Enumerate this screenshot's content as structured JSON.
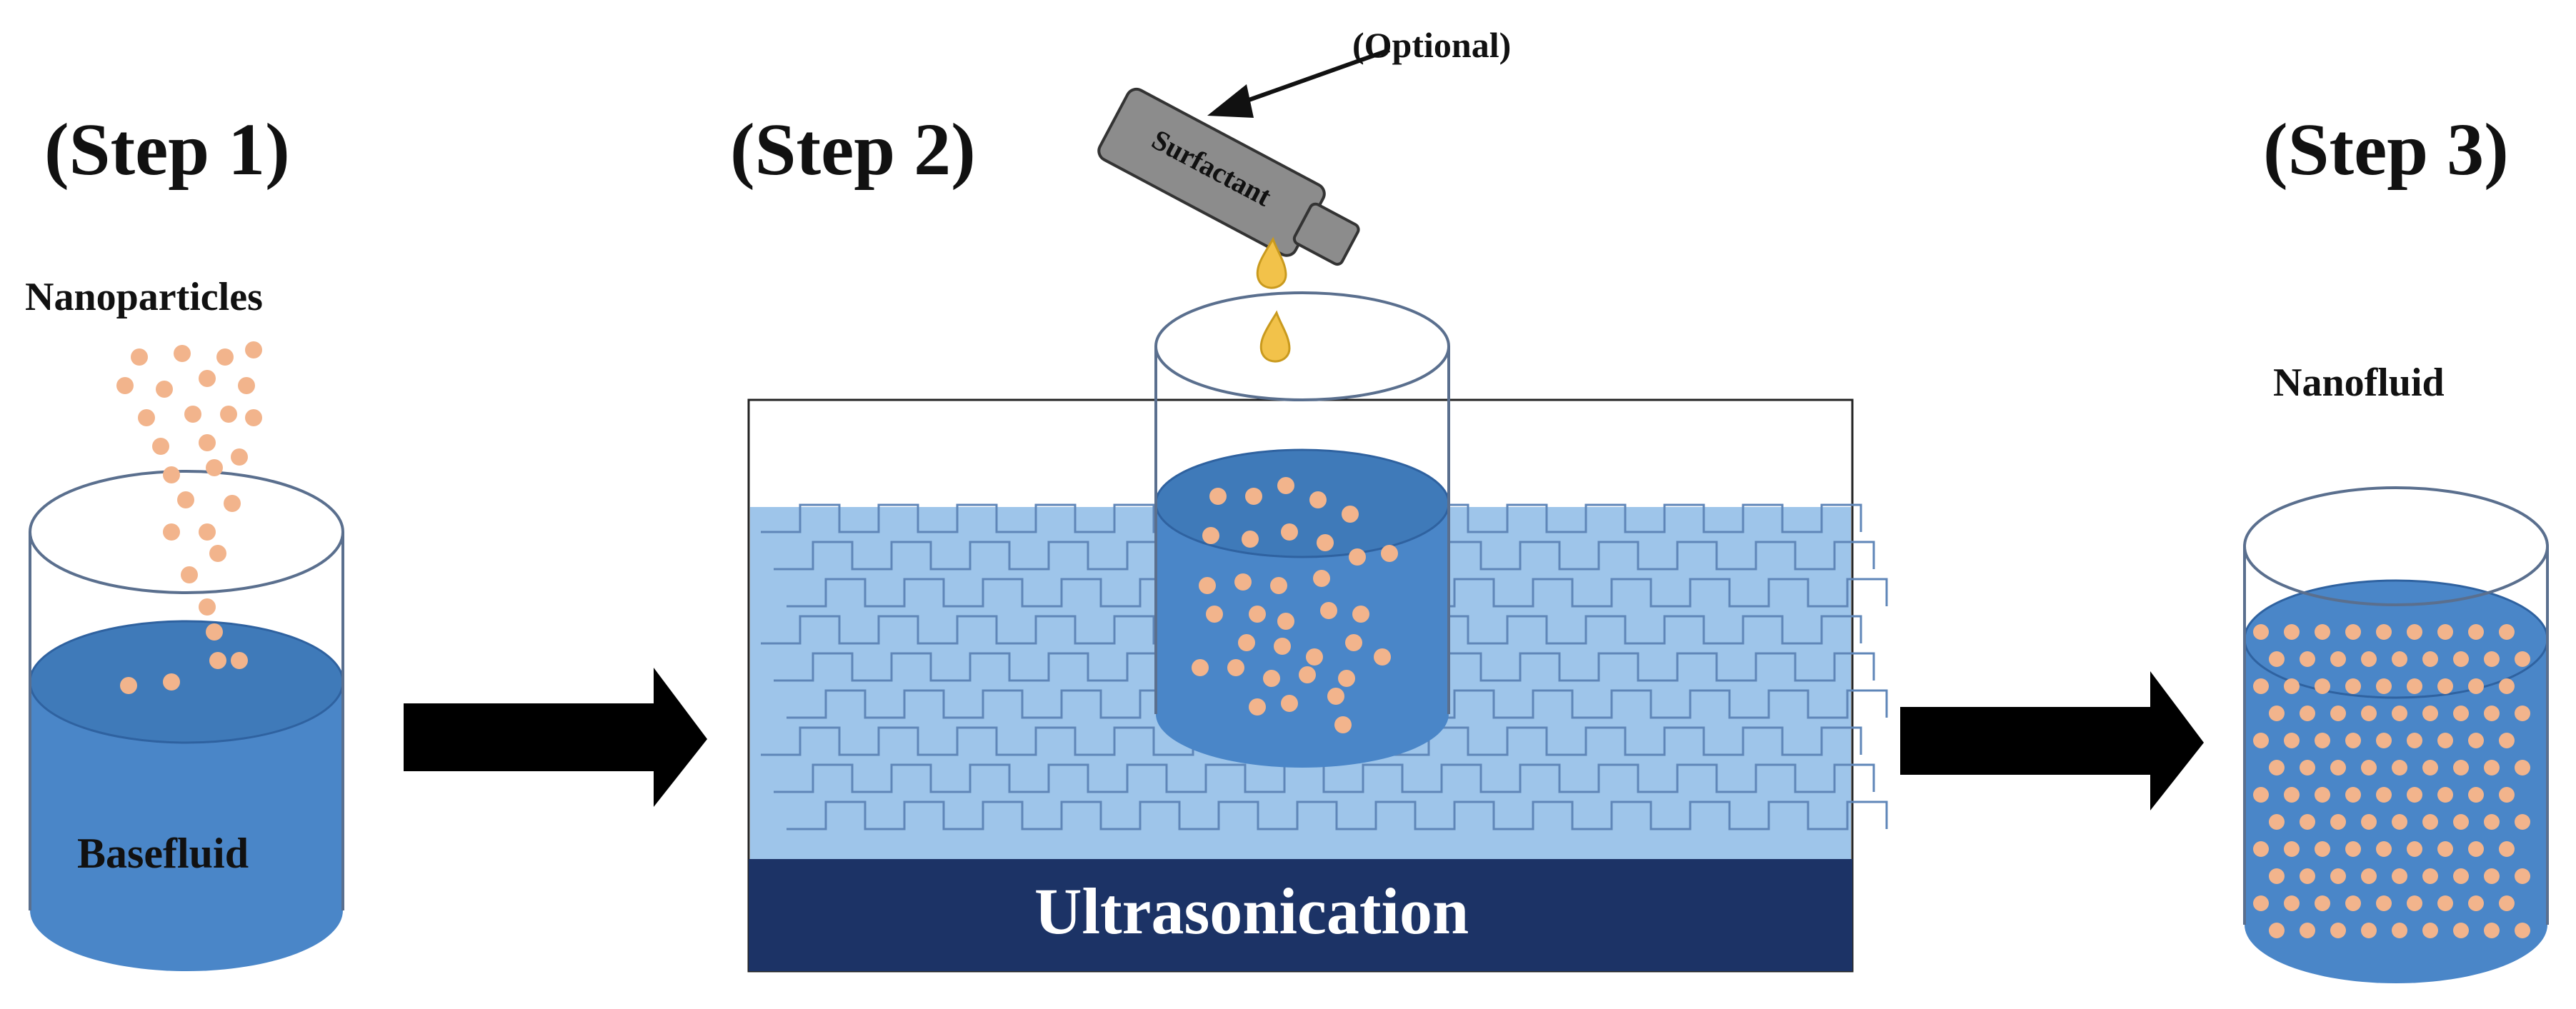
{
  "steps": {
    "step1": "(Step 1)",
    "step2": "(Step 2)",
    "step3": "(Step 3)"
  },
  "labels": {
    "nanoparticles": "Nanoparticles",
    "basefluid": "Basefluid",
    "surfactant": "Surfactant",
    "optional": "(Optional)",
    "ultrasonication": "Ultrasonication",
    "nanofluid": "Nanofluid"
  },
  "colors": {
    "liquid": "#4a86c8",
    "liquid_top": "#3f78bb",
    "bath_water": "#9ec5ea",
    "bath_base": "#1c3366",
    "particle": "#f2b48c",
    "drop": "#f2c24a",
    "bottle": "#8c8c8c",
    "arrow": "#000000"
  },
  "icons": {
    "surfactant_bottle": "bottle-icon",
    "drop": "drop-icon",
    "arrows": "arrow-right-icon"
  }
}
